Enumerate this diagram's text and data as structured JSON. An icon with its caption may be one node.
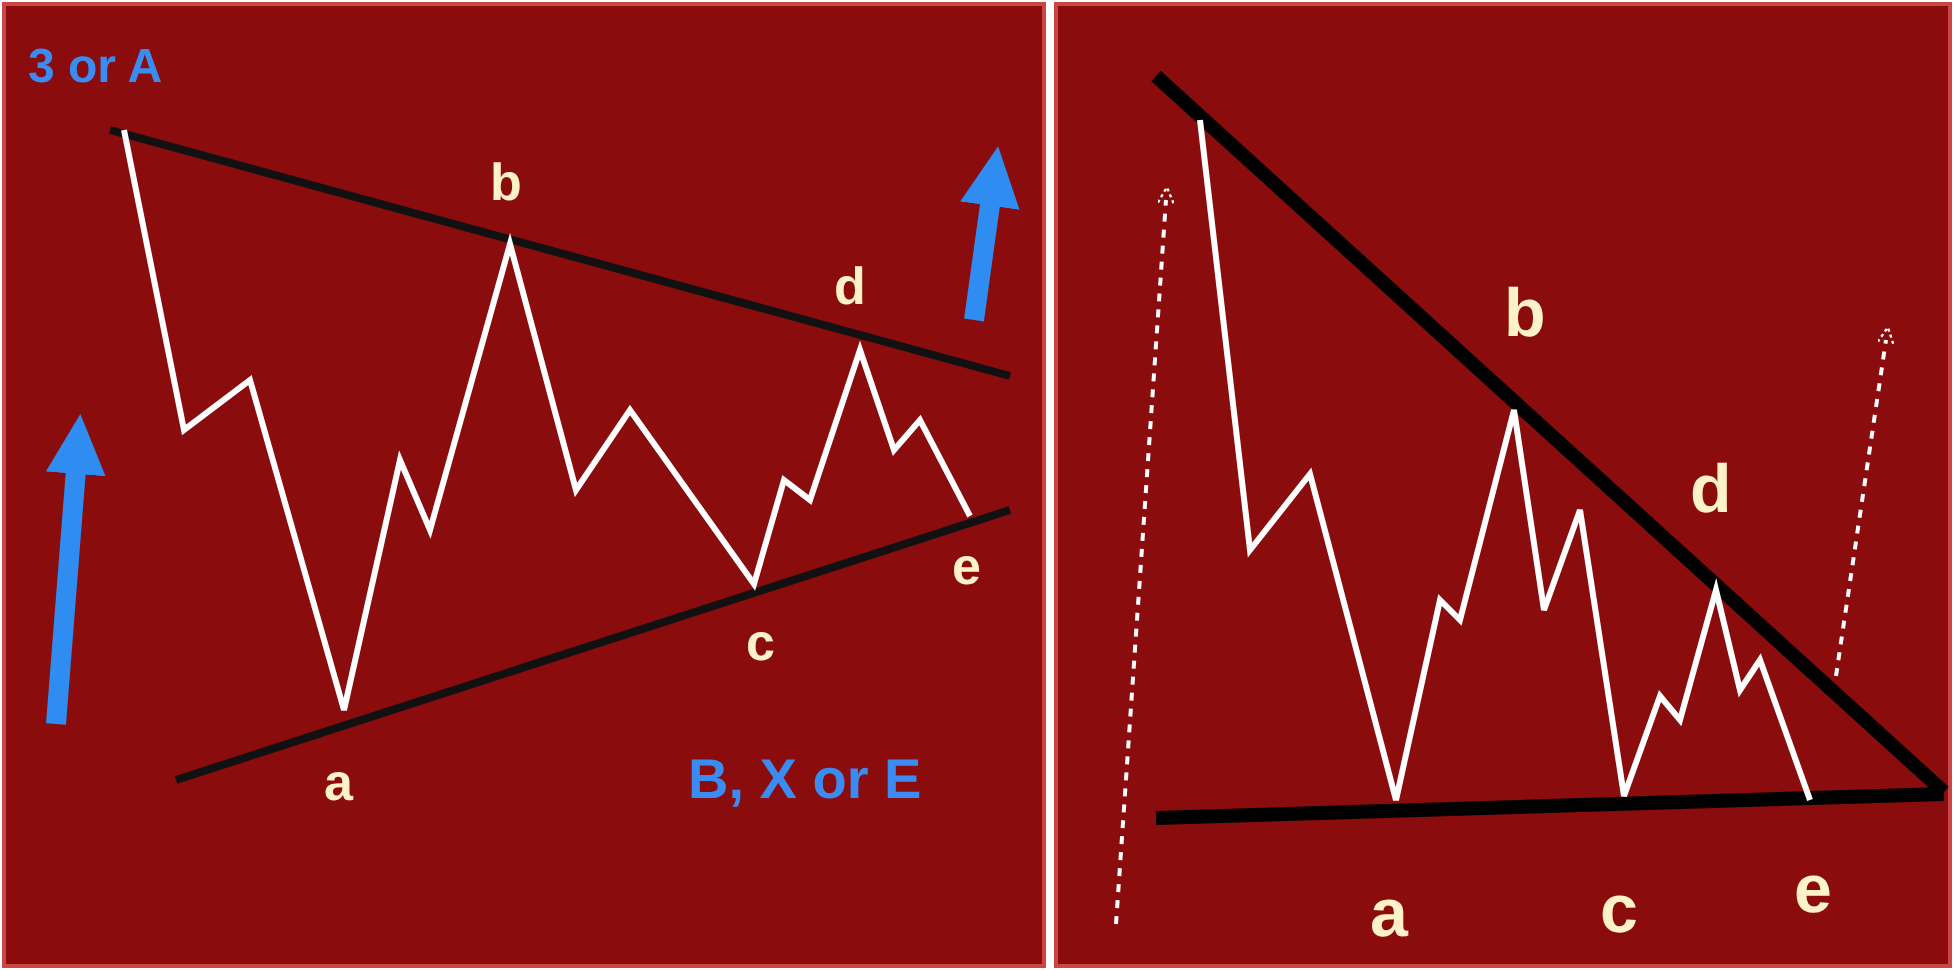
{
  "diagram": {
    "labels": [
      "3 or A",
      "b",
      "d",
      "c",
      "e",
      "a",
      "B, X or E",
      "b",
      "d",
      "a",
      "c",
      "e"
    ]
  }
}
